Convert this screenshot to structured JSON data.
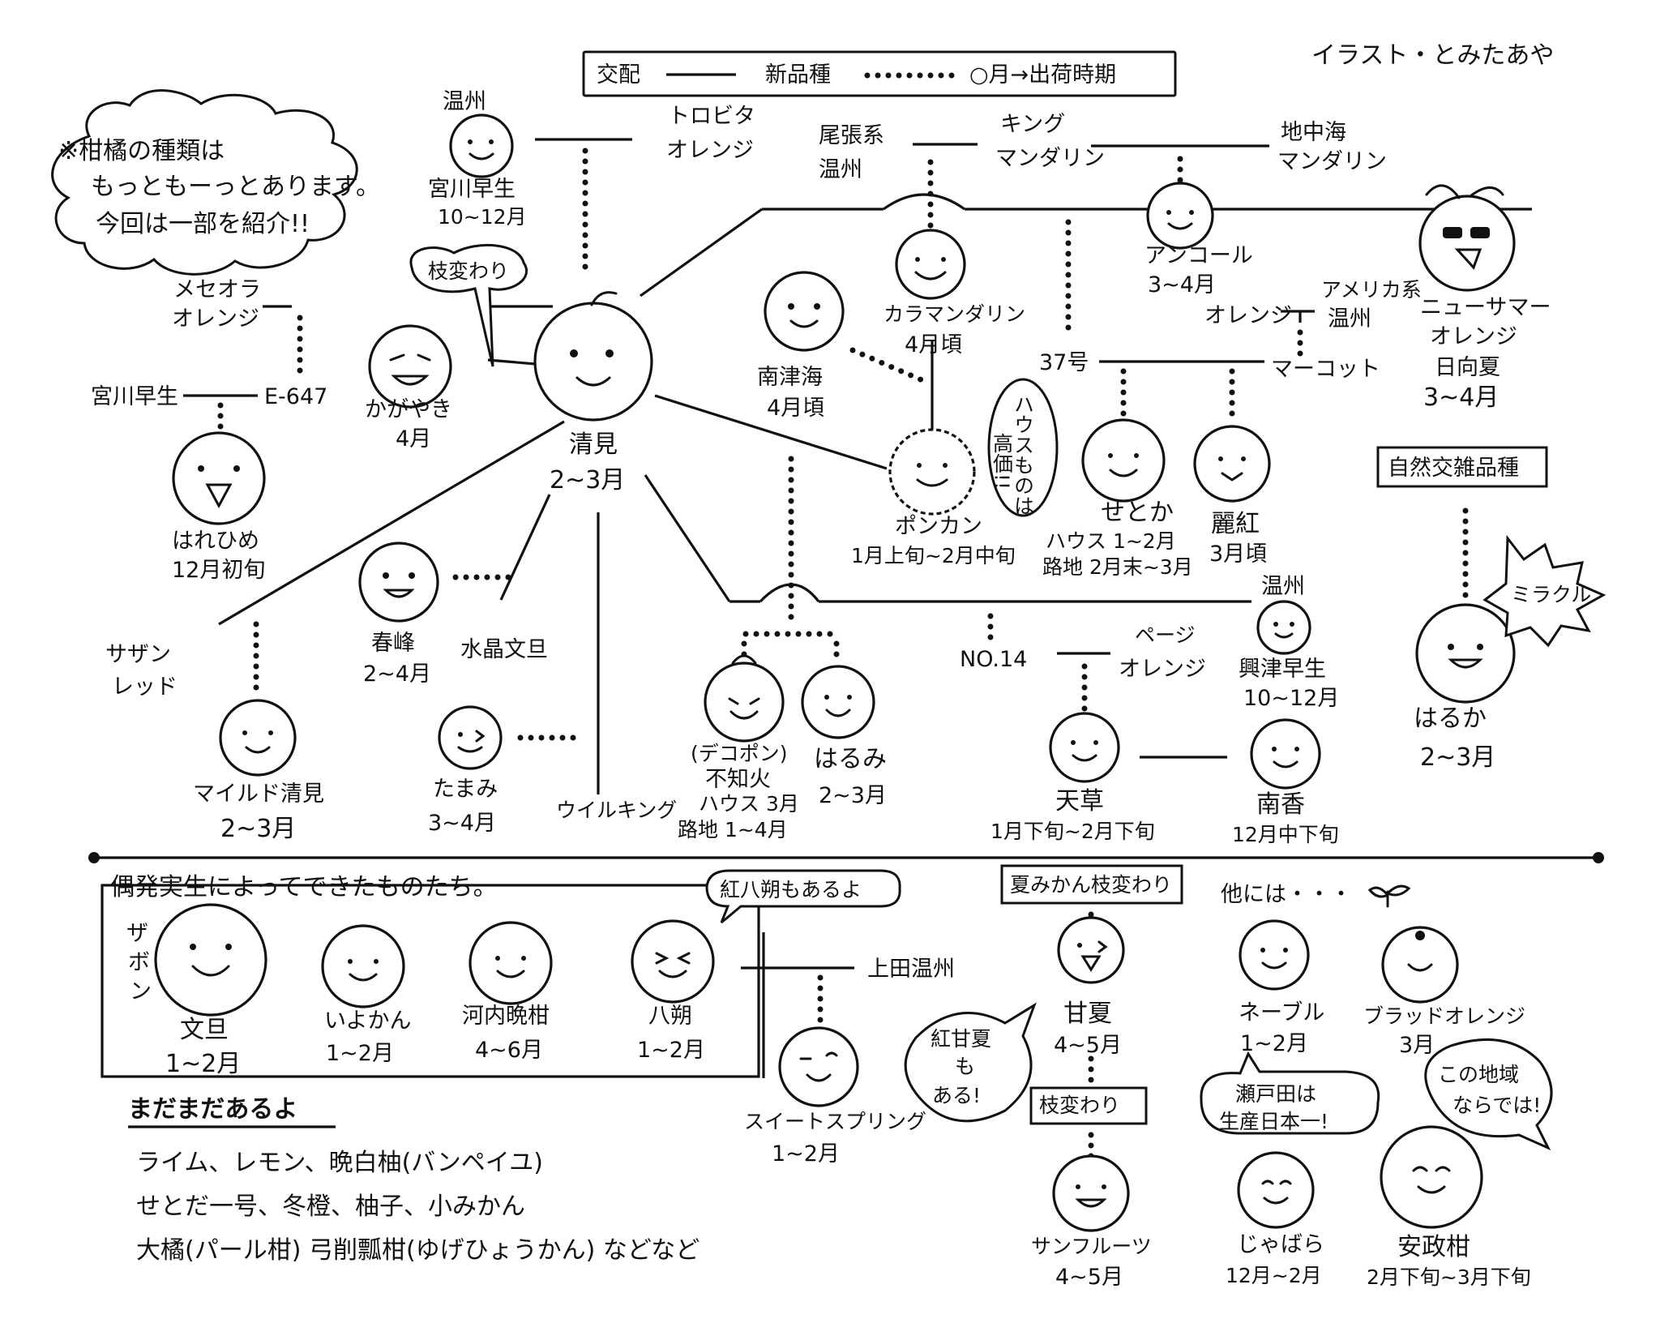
{
  "credit": "イラスト・とみたあや",
  "legend": {
    "cross": "交配",
    "new": "新品種",
    "month": "○月→出荷時期"
  },
  "note": {
    "line1": "※柑橘の種類は",
    "line2": "もっともーっとあります。",
    "line3": "今回は一部を紹介!!"
  },
  "callouts": {
    "edaGawari": "枝変わり",
    "houseLine1": "ハウスものは",
    "houseLine2": "高価!!",
    "miracle": "ミラクル",
    "beniHassaku": "紅八朔もあるよ",
    "beniAmanatsu1": "紅甘夏",
    "beniAmanatsu2": "も",
    "beniAmanatsu3": "ある!",
    "setoda1": "瀬戸田は",
    "setoda2": "生産日本一!",
    "chiiki1": "この地域",
    "chiiki2": "ならでは!"
  },
  "labels": {
    "unshu": "温州",
    "miyagawa": "宮川早生",
    "miyagawaMonth": "10~12月",
    "miyagawa2": "宮川早生",
    "trovita1": "トロビタ",
    "trovita2": "オレンジ",
    "owari1": "尾張系",
    "owari2": "温州",
    "king1": "キング",
    "king2": "マンダリン",
    "chichukai1": "地中海",
    "chichukai2": "マンダリン",
    "mayseola1": "メセオラ",
    "mayseola2": "オレンジ",
    "e647": "E-647",
    "kiyomi": "清見",
    "kiyomiMonth": "2~3月",
    "kagayaki": "かがやき",
    "kagayakiMonth": "4月",
    "harehime": "はれひめ",
    "harehimeMonth": "12月初旬",
    "karamandarin": "カラマンダリン",
    "karaMonth": "4月頃",
    "minamitsumi": "南津海",
    "minamitsumiMonth": "4月頃",
    "anchor": "アンコール",
    "anchorMonth": "3~4月",
    "newsummer1": "ニューサマー",
    "newsummer2": "オレンジ",
    "hyuganatsu": "日向夏",
    "newsummerMonth": "3~4月",
    "orange": "オレンジ",
    "americaUnshu1": "アメリカ系",
    "americaUnshu2": "温州",
    "no37": "37号",
    "murcott": "マーコット",
    "ponkan": "ポンカン",
    "ponkanMonth": "1月上旬~2月中旬",
    "setoka": "せとか",
    "setokaHouse": "ハウス 1~2月",
    "setokaRoji": "路地 2月末~3月",
    "reikou": "麗紅",
    "reikouMonth": "3月頃",
    "shizen": "自然交雑品種",
    "southernRed1": "サザン",
    "southernRed2": "レッド",
    "shunpou": "春峰",
    "shunpouMonth": "2~4月",
    "suishobuntan": "水晶文旦",
    "mildKiyomi": "マイルド清見",
    "mildMonth": "2~3月",
    "tamami": "たまみ",
    "tamamiMonth": "3~4月",
    "wilking": "ウイルキング",
    "dekopon": "(デコポン)",
    "shiranuhi": "不知火",
    "dekoHouse": "ハウス 3月",
    "dekoRoji": "路地 1~4月",
    "harumi": "はるみ",
    "harumiMonth": "2~3月",
    "no14": "NO.14",
    "page1": "ページ",
    "page2": "オレンジ",
    "unshu2": "温州",
    "okitsu": "興津早生",
    "okitsuMonth": "10~12月",
    "amakusa": "天草",
    "amakusaMonth": "1月下旬~2月下旬",
    "nanko": "南香",
    "nankoMonth": "12月中下旬",
    "haruka": "はるか",
    "harukaMonth": "2~3月"
  },
  "bottom": {
    "chance": "偶発実生によってできたものたち。",
    "zabon1": "ザ",
    "zabon2": "ボ",
    "zabon3": "ン",
    "buntan": "文旦",
    "buntanMonth": "1~2月",
    "iyokan": "いよかん",
    "iyokanMonth": "1~2月",
    "kawachi": "河内晩柑",
    "kawachiMonth": "4~6月",
    "hassaku": "八朔",
    "hassakuMonth": "1~2月",
    "ueda": "上田温州",
    "sweetSpring": "スイートスプリング",
    "sweetMonth": "1~2月",
    "natsuEda": "夏みかん枝変わり",
    "amanatsu": "甘夏",
    "amanatsuMonth": "4~5月",
    "edaGawari2": "枝変わり",
    "sunfruits": "サンフルーツ",
    "sunMonth": "4~5月",
    "hokaniwa": "他には・・・",
    "navel": "ネーブル",
    "navelMonth": "1~2月",
    "blood": "ブラッドオレンジ",
    "bloodMonth": "3月",
    "jabara": "じゃばら",
    "jabaraMonth": "12月~2月",
    "ansei": "安政柑",
    "anseiMonth": "2月下旬~3月下旬",
    "madamada": "まだまだあるよ",
    "list1": "ライム、レモン、晩白柚(バンペイユ)",
    "list2": "せとだ一号、冬橙、柚子、小みかん",
    "list3": "大橘(パール柑) 弓削瓢柑(ゆげひょうかん) などなど"
  }
}
